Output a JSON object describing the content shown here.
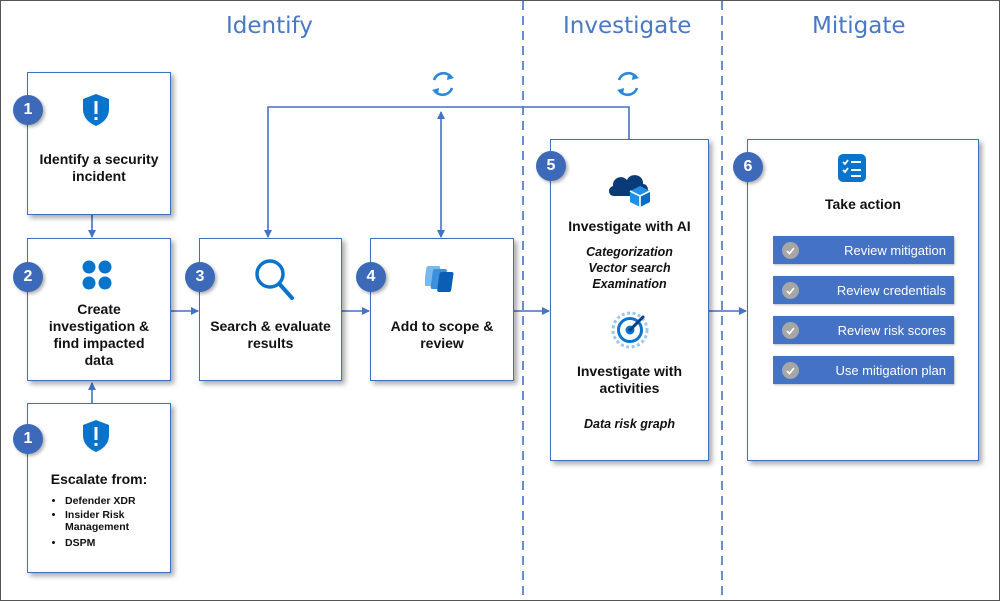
{
  "sections": {
    "identify": "Identify",
    "investigate": "Investigate",
    "mitigate": "Mitigate"
  },
  "steps": {
    "identify_incident": {
      "number": "1",
      "label_line1": "Identify a security",
      "label_line2": "incident"
    },
    "escalate": {
      "number": "1",
      "title": "Escalate from:",
      "items": [
        "Defender XDR",
        "Insider Risk",
        "Management",
        "DSPM"
      ]
    },
    "create_investigation": {
      "number": "2",
      "label_line1": "Create",
      "label_line2": "investigation &",
      "label_line3": "find impacted",
      "label_line4": "data"
    },
    "search": {
      "number": "3",
      "label_line1": "Search & evaluate",
      "label_line2": "results"
    },
    "scope": {
      "number": "4",
      "label_line1": "Add to scope &",
      "label_line2": "review"
    },
    "investigate": {
      "number": "5",
      "ai_title": "Investigate with AI",
      "ai_methods": [
        "Categorization",
        "Vector search",
        "Examination"
      ],
      "activities_line1": "Investigate with",
      "activities_line2": "activities",
      "activities_method": "Data risk graph"
    },
    "take_action": {
      "number": "6",
      "title": "Take action",
      "actions": [
        "Review mitigation",
        "Review credentials",
        "Review risk scores",
        "Use mitigation plan"
      ]
    }
  },
  "colors": {
    "accent": "#3c6ab8",
    "line": "#4472c4",
    "icon_blue": "#0a74cc",
    "action_fill": "#4472c4",
    "check_gray": "#a6a6a6"
  },
  "icons": [
    "shield-alert-icon",
    "apps-grid-icon",
    "search-icon",
    "stacked-cards-icon",
    "cloud-cube-icon",
    "radar-target-icon",
    "checklist-icon",
    "refresh-cycle-icon",
    "checkmark-icon"
  ]
}
